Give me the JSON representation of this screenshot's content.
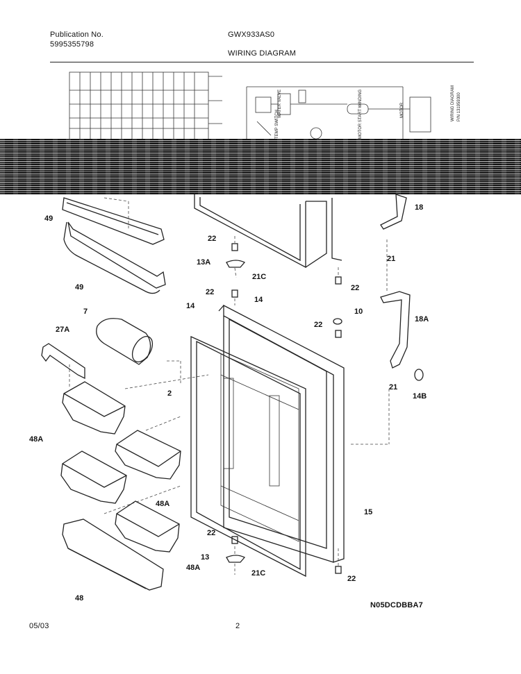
{
  "header": {
    "publication_label": "Publication No.",
    "publication_number": "5995355798",
    "model": "GWX933AS0",
    "section_title": "WIRING DIAGRAM"
  },
  "wiring_labels": {
    "water_valve": "WATER VALVE",
    "temp_switch": "TEMP SWITCH",
    "motor_start_winding": "MOTOR START WINDING",
    "motor": "MOTOR",
    "side_label_1": "WIRING DIAGRAM",
    "side_label_2": "P/N 131959300"
  },
  "callouts": {
    "c49a": "49",
    "c49b": "49",
    "c18": "18",
    "c22a": "22",
    "c13a": "13A",
    "c21c_a": "21C",
    "c22b": "22",
    "c21": "21",
    "c22c": "22",
    "c14a": "14",
    "c14b": "14",
    "c10": "10",
    "c22d": "22",
    "c18a": "18A",
    "c7": "7",
    "c27a": "27A",
    "c2": "2",
    "c21b": "21",
    "c14b_lbl": "14B",
    "c48a_1": "48A",
    "c48a_2": "48A",
    "c15": "15",
    "c22e": "22",
    "c48a_3": "48A",
    "c13": "13",
    "c21c_b": "21C",
    "c22f": "22",
    "c48": "48"
  },
  "footer": {
    "date": "05/03",
    "page": "2",
    "drawing_code": "N05DCDBBA7"
  }
}
